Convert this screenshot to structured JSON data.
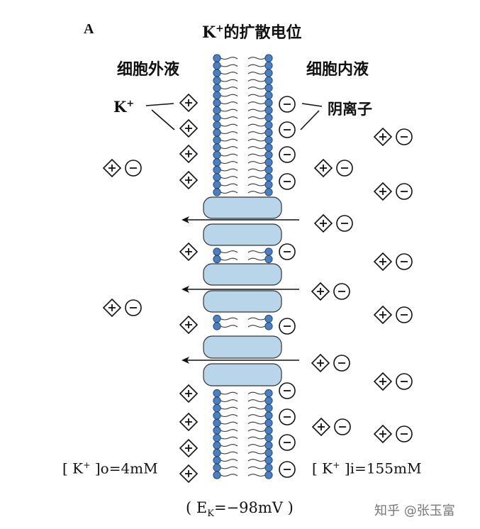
{
  "panel_letter": "A",
  "title": {
    "main": "K",
    "sup": "+",
    "rest": "的扩散电位"
  },
  "labels": {
    "extracellular": "细胞外液",
    "intracellular": "细胞内液",
    "kplus": {
      "main": "K",
      "sup": "+"
    },
    "anion": "阴离子"
  },
  "concentrations": {
    "outside": {
      "open": "[ K",
      "sup": "+",
      "close": " ]o=4mM"
    },
    "inside": {
      "open": "[ K",
      "sup": "+",
      "close": " ]i=155mM"
    }
  },
  "potential": {
    "open": "( E",
    "sub": "K",
    "close": "=−98mV )"
  },
  "watermark": "知乎 @张玉富",
  "colors": {
    "membrane_head": "#4a7fc1",
    "channel_fill": "#b8d5ea",
    "ink": "#111111"
  }
}
